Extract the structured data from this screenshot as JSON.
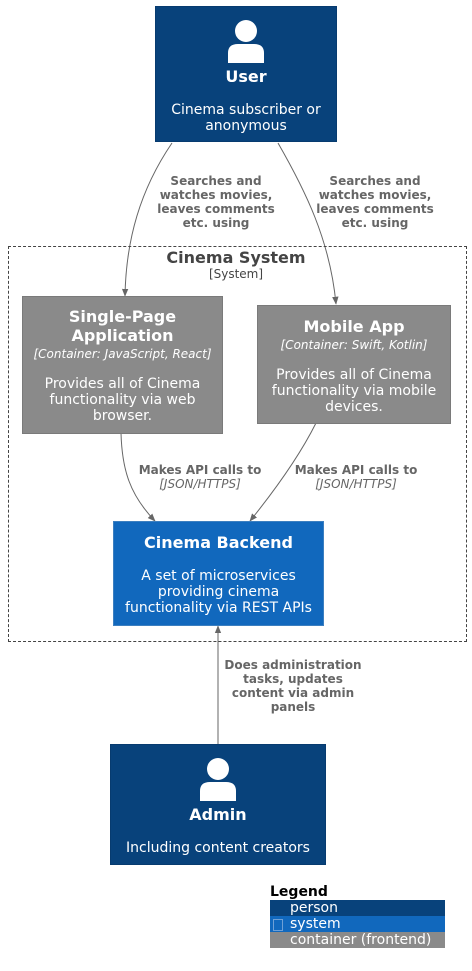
{
  "colors": {
    "person": "#08427b",
    "system": "#1168bd",
    "container": "#8a8a8a",
    "edge": "#666666",
    "boundary": "#444444"
  },
  "nodes": {
    "user": {
      "title": "User",
      "desc": "Cinema subscriber or anonymous",
      "icon": "person-icon"
    },
    "spa": {
      "title": "Single-Page Application",
      "tech": "[Container: JavaScript, React]",
      "desc": "Provides all of Cinema functionality via web browser."
    },
    "mobile": {
      "title": "Mobile App",
      "tech": "[Container: Swift, Kotlin]",
      "desc": "Provides all of Cinema functionality via mobile devices."
    },
    "backend": {
      "title": "Cinema Backend",
      "desc": "A set of microservices providing cinema functionality via REST APIs"
    },
    "admin": {
      "title": "Admin",
      "desc": "Including content creators",
      "icon": "person-icon"
    }
  },
  "boundary": {
    "title": "Cinema System",
    "subtitle": "[System]"
  },
  "relations": {
    "user_spa": {
      "label": "Searches and watches movies, leaves comments etc. using"
    },
    "user_mobile": {
      "label": "Searches and watches movies, leaves comments etc. using"
    },
    "spa_backend": {
      "label": "Makes API calls to",
      "tech": "[JSON/HTTPS]"
    },
    "mobile_backend": {
      "label": "Makes API calls to",
      "tech": "[JSON/HTTPS]"
    },
    "admin_backend": {
      "label": "Does administration tasks, updates content via admin panels"
    }
  },
  "legend": {
    "title": "Legend",
    "items": [
      {
        "label": "person",
        "color": "#08427b"
      },
      {
        "label": "system",
        "color": "#1168bd"
      },
      {
        "label": "container (frontend)",
        "color": "#8a8a8a"
      }
    ]
  }
}
